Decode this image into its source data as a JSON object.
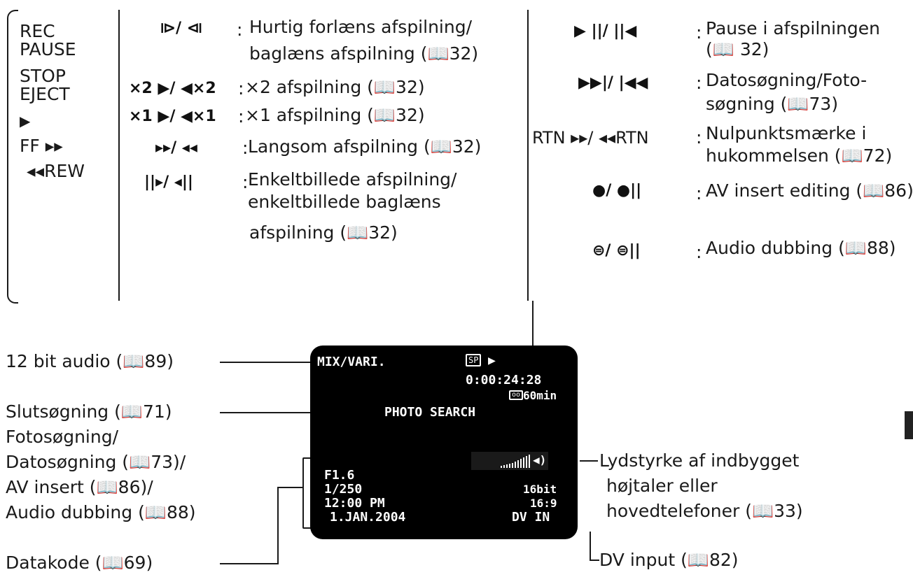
{
  "left_list": {
    "items": [
      "REC",
      "PAUSE",
      "STOP",
      "EJECT",
      "▶",
      "FF ▸▸",
      "◂◂REW"
    ]
  },
  "middle": {
    "rows": [
      {
        "icon": "⧐/ ⧏",
        "text": [
          "Hurtig forlæns afspilning/",
          "baglæns afspilning (📖32)"
        ]
      },
      {
        "icon": "×2 ▶/ ◀×2",
        "text": [
          "×2 afspilning (📖32)"
        ]
      },
      {
        "icon": "×1 ▶/ ◀×1",
        "text": [
          "×1 afspilning (📖32)"
        ]
      },
      {
        "icon": "▸▸/ ◂◂",
        "text": [
          "Langsom afspilning (📖32)"
        ]
      },
      {
        "icon": "||▸/ ◂||",
        "text": [
          "Enkeltbillede afspilning/",
          "enkeltbillede baglæns",
          "afspilning (📖32)"
        ]
      }
    ]
  },
  "right": {
    "rows": [
      {
        "icon": "▶ ||/ ||◀",
        "text": [
          "Pause i afspilningen",
          "(📖 32)"
        ]
      },
      {
        "icon": "▶▶|/ |◀◀",
        "text": [
          "Datosøgning/Foto-",
          "søgning (📖73)"
        ]
      },
      {
        "icon": "RTN ▸▸/ ◂◂RTN",
        "text": [
          "Nulpunktsmærke i",
          "hukommelsen (📖72)"
        ]
      },
      {
        "icon": "●/ ●||",
        "text": [
          "AV insert editing (📖86)"
        ]
      },
      {
        "icon": "⊜/ ⊜||",
        "text": [
          "Audio dubbing (📖88)"
        ]
      }
    ]
  },
  "callouts": {
    "bit_audio": "12 bit audio (📖89)",
    "search": [
      "Slutsøgning (📖71)",
      "Fotosøgning/",
      "Datosøgning (📖73)/",
      "AV insert (📖86)/",
      "Audio dubbing (📖88)"
    ],
    "datakode": "Datakode (📖69)",
    "volume": [
      "Lydstyrke af indbygget",
      "højtaler eller",
      "hovedtelefoner (📖33)"
    ],
    "dv_input": "DV input (📖82)"
  },
  "screen": {
    "mix": "MIX/VARI.",
    "sp": "SP",
    "play_icon": "▶",
    "timecode": "0:00:24:28",
    "tape_remaining": "60min",
    "photo_search": "PHOTO SEARCH",
    "aperture": "F1.6",
    "shutter": "1/250",
    "time": "12:00 PM",
    "date": "1.JAN.2004",
    "bit": "16bit",
    "aspect": "16:9",
    "dv_in": "DV IN",
    "volume_icon": "◀)"
  }
}
